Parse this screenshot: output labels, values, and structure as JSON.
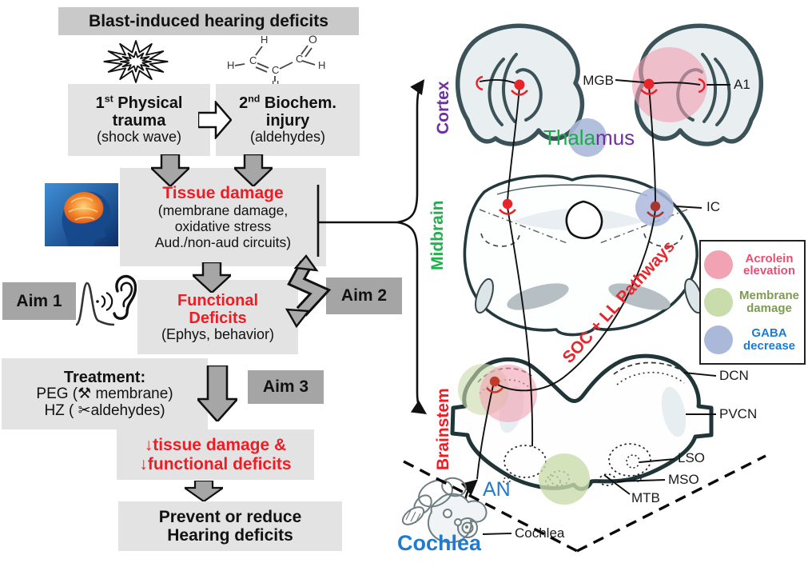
{
  "colors": {
    "red_accent": "#ee1c25",
    "purple": "#7030a0",
    "green": "#21b04e",
    "blue": "#1e7bd0",
    "dark_outline": "#24393d",
    "acrolein_fill": "#f1a2b3",
    "acrolein_text": "#e94d72",
    "membrane_fill": "#c9dcab",
    "membrane_text": "#7c9c50",
    "gaba_fill": "#aab9da",
    "gaba_text": "#1e7bd0",
    "box_gray_light": "#e3e3e3",
    "box_gray_title": "#c9c9c9",
    "box_gray_aim": "#a5a5a5",
    "arrow_gray": "#a6a6a6"
  },
  "flowchart": {
    "title": "Blast-induced hearing deficits",
    "icons": {
      "blast": "starburst-icon",
      "acrolein": "acrolein-structure-icon",
      "brain": "brain-photo",
      "ear": "ear-sound-icon",
      "wrench": "⚒",
      "scissors": "✂",
      "down_arrow": "↓"
    },
    "physical": {
      "num": "1",
      "sup": "st",
      "rest": " Physical",
      "line2": "trauma",
      "sub": "(shock wave)"
    },
    "biochem": {
      "num": "2",
      "sup": "nd",
      "rest": " Biochem.",
      "line2": "injury",
      "sub": "(aldehydes)"
    },
    "tissue": {
      "title": "Tissue damage",
      "lines": [
        "(membrane damage,",
        "oxidative stress",
        "Aud./non-aud circuits)"
      ]
    },
    "functional": {
      "title1": "Functional",
      "title2": "Deficits",
      "sub": "(Ephys, behavior)"
    },
    "aim1": "Aim 1",
    "aim2": "Aim 2",
    "aim3": "Aim 3",
    "treatment": {
      "title": "Treatment:",
      "line2_pre": "PEG (",
      "line2_post": " membrane)",
      "line3_pre": "HZ ( ",
      "line3_post": "aldehydes)"
    },
    "reduction": {
      "line1": "tissue damage &",
      "line2": "functional deficits"
    },
    "prevent": {
      "line1": "Prevent or reduce",
      "line2": "Hearing deficits"
    }
  },
  "brain_map": {
    "region_labels": {
      "cortex": "Cortex",
      "midbrain": "Midbrain",
      "brainstem": "Brainstem",
      "cochlea": "Cochlea"
    },
    "thalamus": {
      "part1": "Thala",
      "part2": "mus"
    },
    "pathway_label": "SOC + LL Pathways",
    "an_label": "AN",
    "anatomy_labels": {
      "mgb": "MGB",
      "a1": "A1",
      "ic": "IC",
      "dcn": "DCN",
      "pvcn": "PVCN",
      "lso": "LSO",
      "mso": "MSO",
      "mtb": "MTB",
      "cochlea": "Cochlea"
    },
    "legend": {
      "items": [
        {
          "label1": "Acrolein",
          "label2": "elevation"
        },
        {
          "label1": "Membrane",
          "label2": "damage"
        },
        {
          "label1": "GABA",
          "label2": "decrease"
        }
      ]
    }
  }
}
